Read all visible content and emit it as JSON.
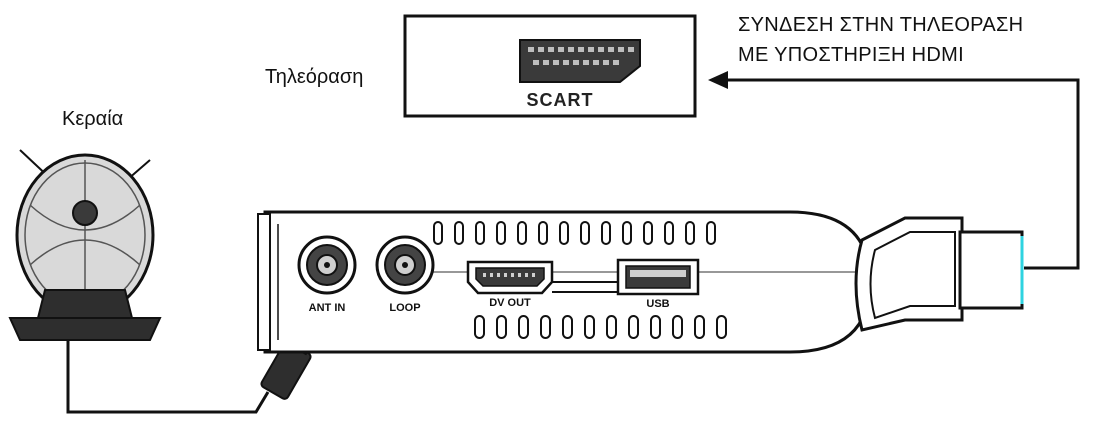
{
  "labels": {
    "antenna": "Κεραία",
    "tv": "Τηλεόραση",
    "connection_line1": "ΣΥΝΔΕΣΗ ΣΤΗΝ ΤΗΛΕΟΡΑΣΗ",
    "connection_line2": "ΜΕ ΥΠΟΣΤΗΡΙΞΗ HDMI"
  },
  "tv_port": "SCART",
  "receiver_ports": {
    "ant_in": "ANT IN",
    "loop": "LOOP",
    "dv_out": "DV OUT",
    "usb": "USB"
  },
  "colors": {
    "line": "#111111",
    "device_fill": "#ffffff",
    "hdmi_tip": "#2fd3e0"
  }
}
